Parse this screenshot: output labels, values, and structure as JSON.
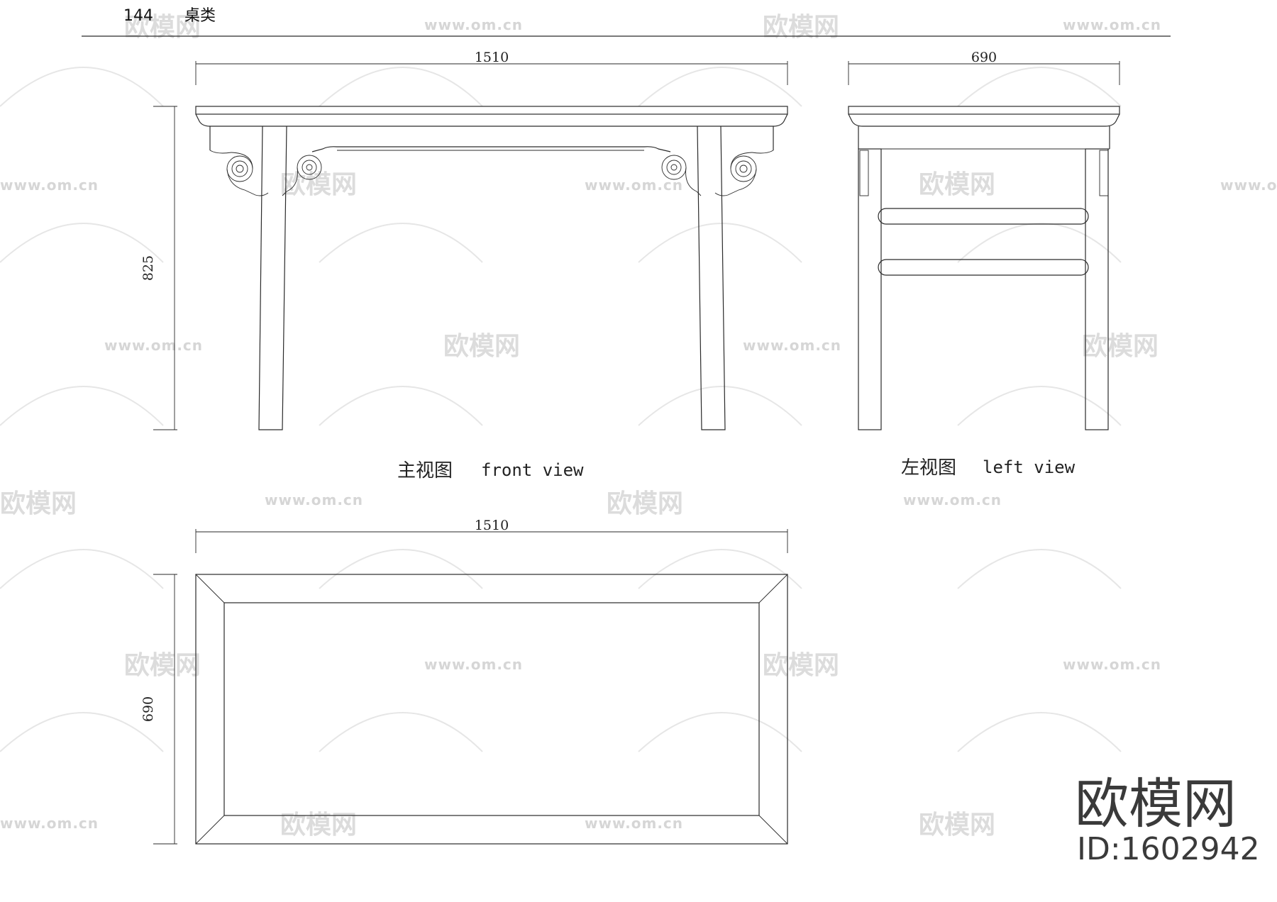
{
  "header": {
    "number": "144",
    "category": "桌类"
  },
  "front_view": {
    "width_dim": "1510",
    "height_dim": "825",
    "caption_cn": "主视图",
    "caption_en": "front view"
  },
  "left_view": {
    "width_dim": "690",
    "caption_cn": "左视图",
    "caption_en": "left view"
  },
  "top_view": {
    "width_dim": "1510",
    "depth_dim": "690"
  },
  "watermark": {
    "logo_text": "欧模网",
    "url_text": "www.om.cn"
  },
  "branding": {
    "logo_text": "欧模网",
    "id_text": "ID:1602942"
  },
  "colors": {
    "line": "#2a2a2a",
    "watermark": "#dcdcdc",
    "brand": "#3a3a3a"
  }
}
